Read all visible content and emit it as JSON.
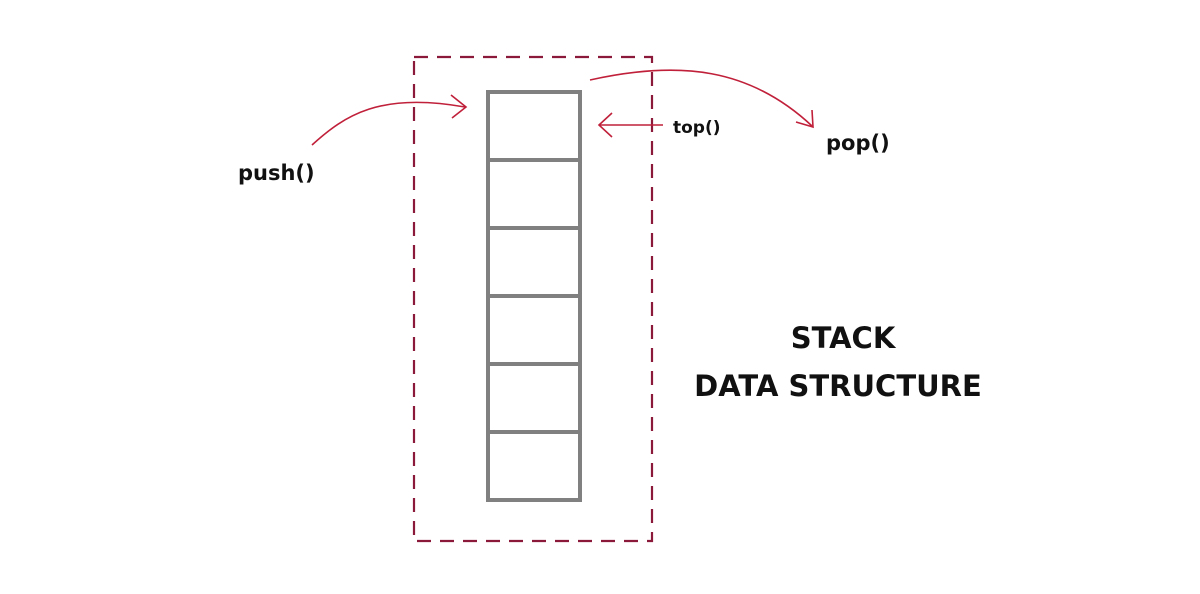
{
  "labels": {
    "push": "push()",
    "pop": "pop()",
    "top": "top()",
    "title_line1": "STACK",
    "title_line2": "DATA STRUCTURE"
  },
  "stack": {
    "slot_count": 6
  },
  "colors": {
    "background": "#ffffff",
    "dashed_border": "#8b1a3a",
    "arrow": "#c0203a",
    "stack_cells": "#808080",
    "text": "#111111"
  }
}
